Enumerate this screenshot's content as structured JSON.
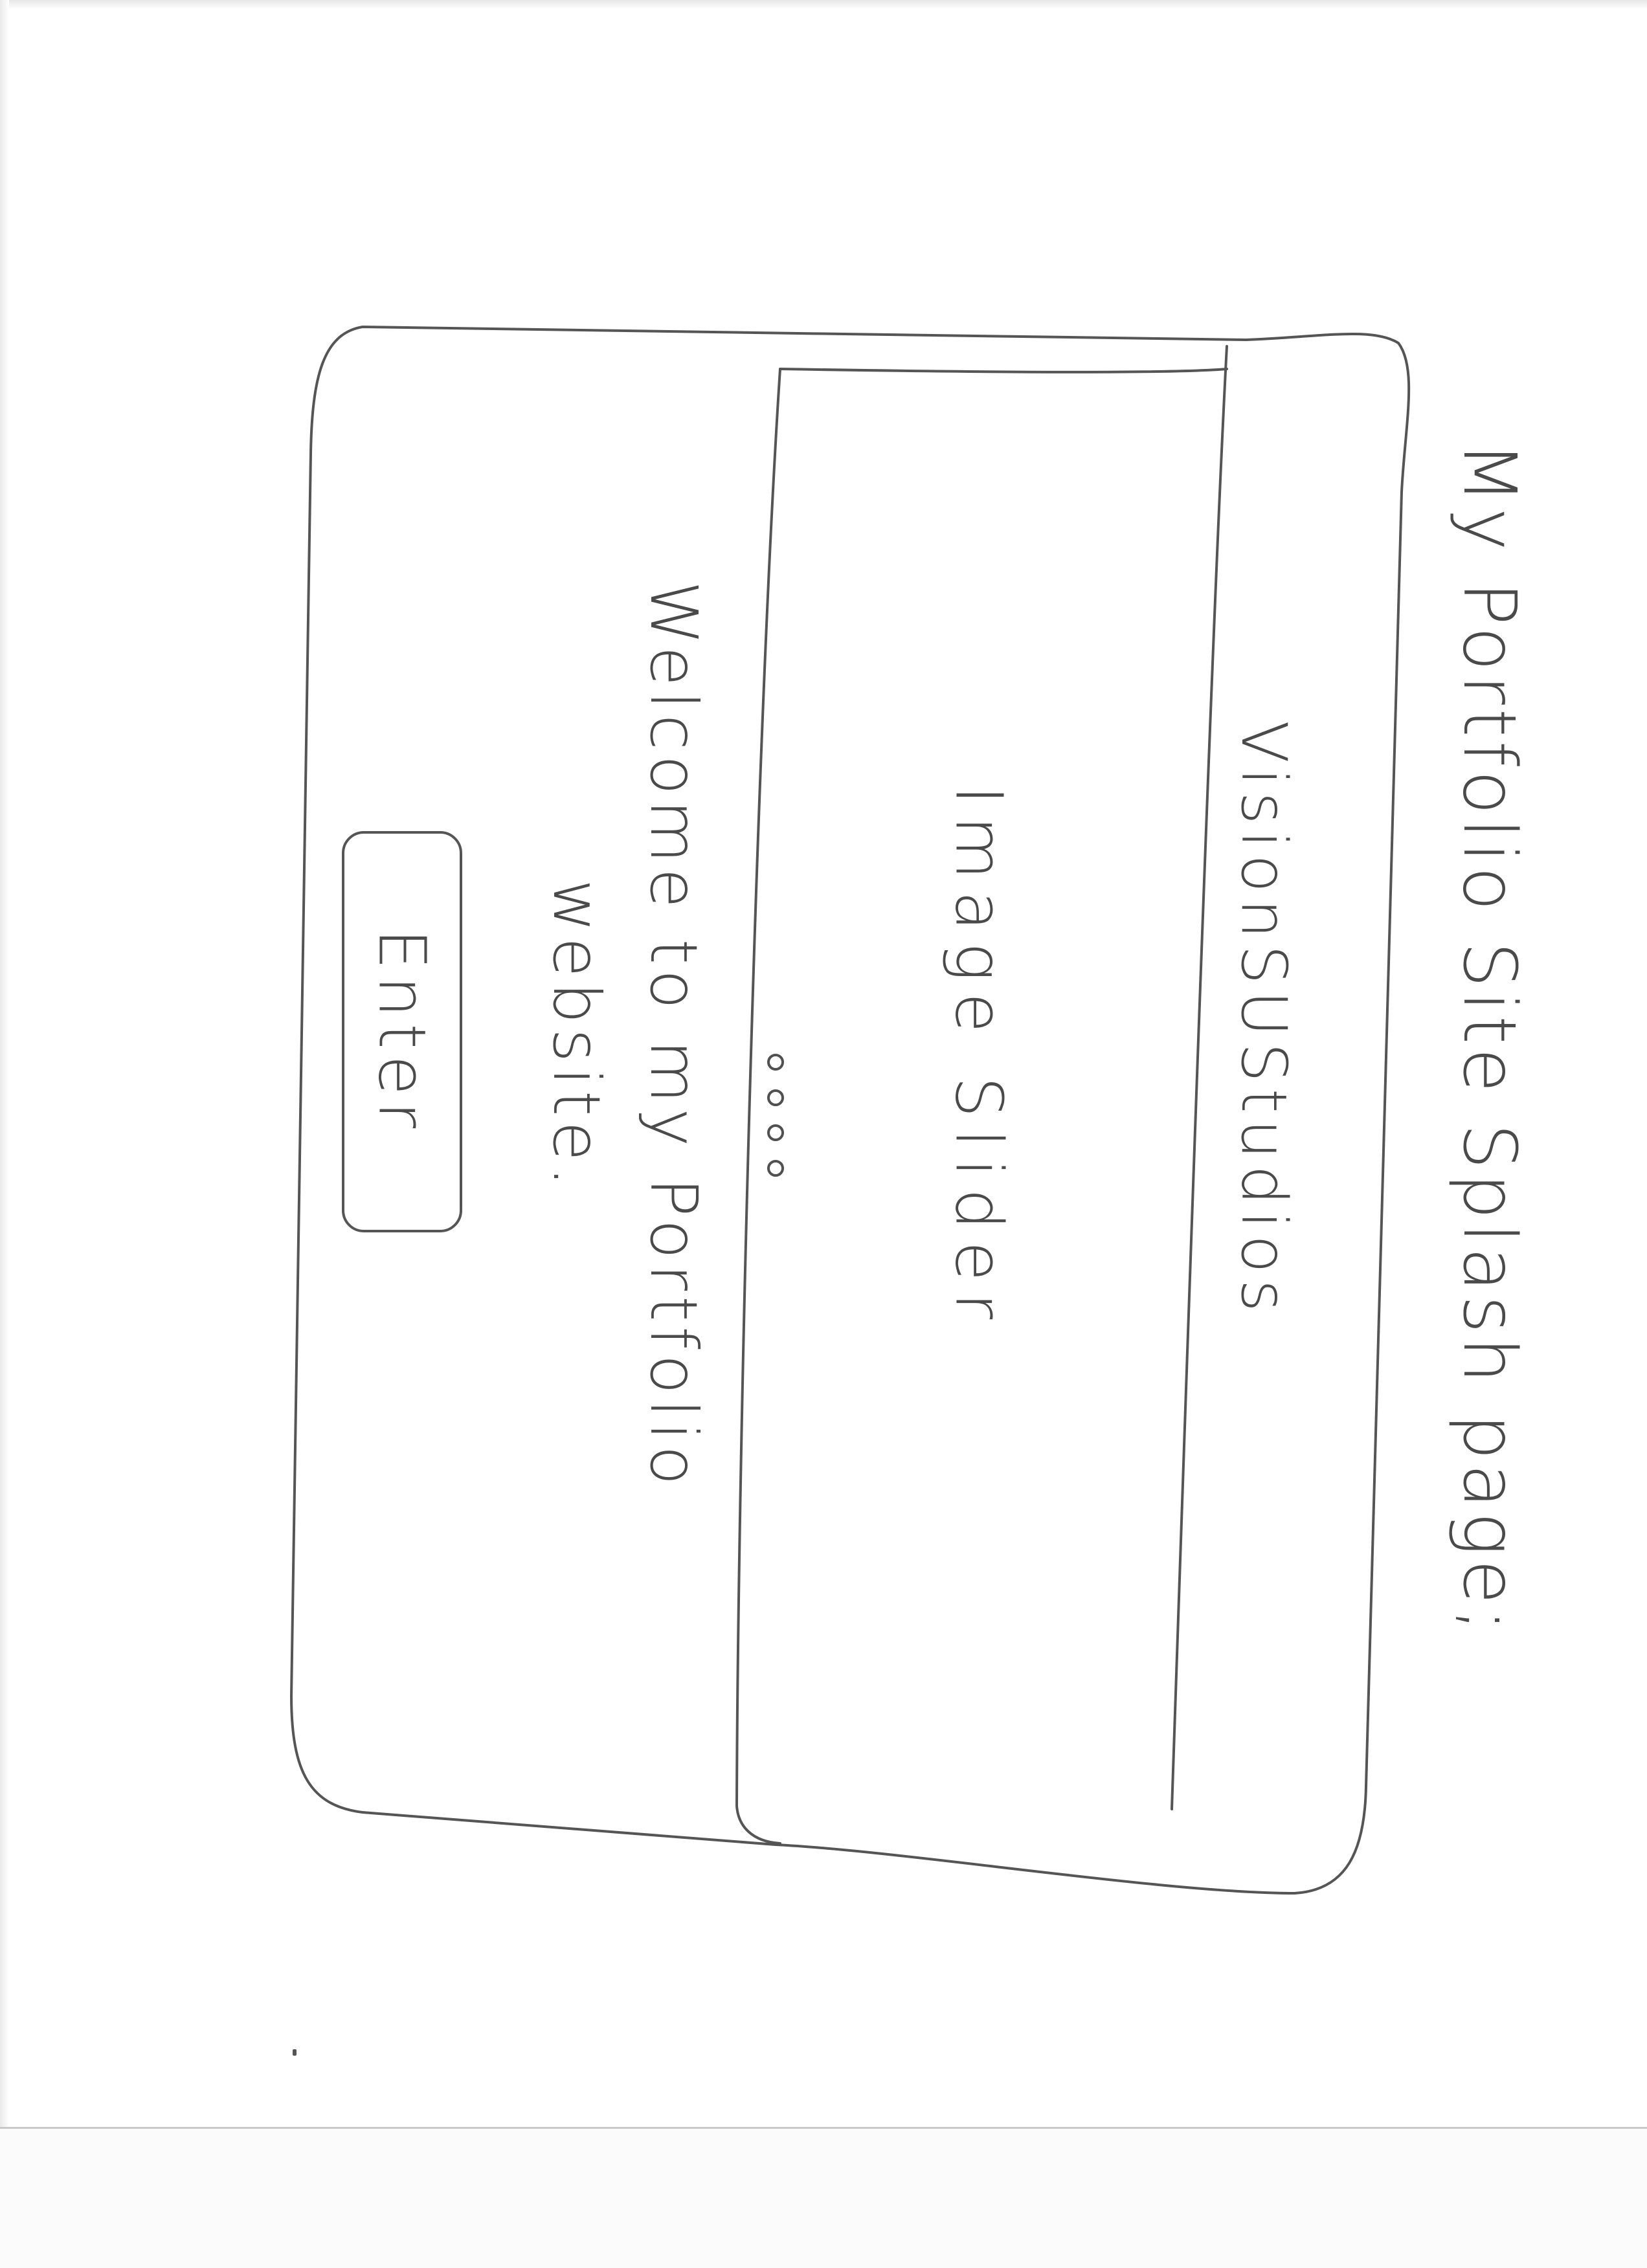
{
  "page": {
    "title": "My Portfolio Site Splash page;"
  },
  "header": {
    "brand": "VisionSUStudios"
  },
  "slider": {
    "label": "Image Slider",
    "dot_count": 4
  },
  "main": {
    "welcome": "Welcome to my Portfolio website.",
    "enter_label": "Enter"
  },
  "colors": {
    "pencil": "#555555",
    "paper": "#ffffff"
  }
}
